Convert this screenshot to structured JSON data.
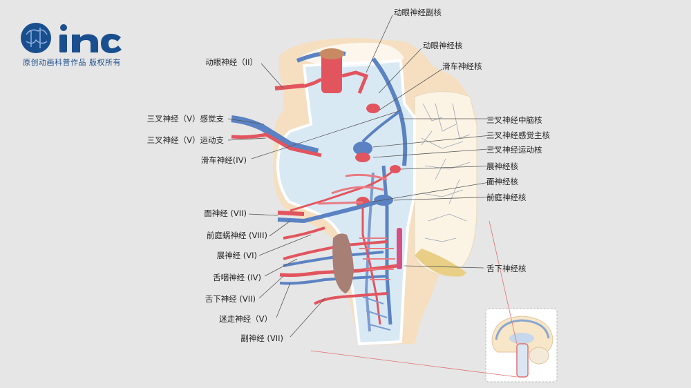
{
  "watermark": {
    "brand": "inc",
    "tagline": "原创动画科普作品 版权所有",
    "brand_color": "#1a4f8f"
  },
  "labels": {
    "top": {
      "oculomotor_accessory_nucleus": "动眼神经副核",
      "oculomotor_nucleus": "动眼神经核",
      "trochlear_nucleus": "滑车神经核"
    },
    "left": {
      "oculomotor_nerve": "动眼神经（II）",
      "trigeminal_sensory_branch": "三叉神经（V）感觉支",
      "trigeminal_motor_branch": "三叉神经（V）运动支",
      "trochlear_nerve": "滑车神经(IV)",
      "facial_nerve": "面神经 (VII)",
      "vestibulocochlear_nerve": "前庭蜗神经 (VIII)",
      "abducens_nerve": "展神经 (VI)",
      "glossopharyngeal_nerve": "舌咽神经 (IV)",
      "hypoglossal_nerve": "舌下神经 (VII)",
      "vagus_nerve": "迷走神经（V）",
      "accessory_nerve": "副神经 (VII)"
    },
    "right": {
      "trigeminal_mesencephalic_nucleus": "三叉神经中脑核",
      "trigeminal_principal_sensory_nucleus": "三叉神经感觉主核",
      "trigeminal_motor_nucleus": "三叉神经运动核",
      "abducens_nucleus": "展神经核",
      "facial_nucleus": "面神经核",
      "vestibular_nucleus": "前庭神经核",
      "hypoglossal_nucleus": "舌下神经核"
    }
  },
  "colors": {
    "background": "#e6e6e6",
    "tissue": "#f5dfc0",
    "brainstem": "#d9e9f4",
    "motor": "#e2555e",
    "sensory": "#5b82c2",
    "cerebellum": "#fbf3e4",
    "olive": "#a77f75",
    "leader": "#555555",
    "inset_highlight": "#e07070"
  }
}
